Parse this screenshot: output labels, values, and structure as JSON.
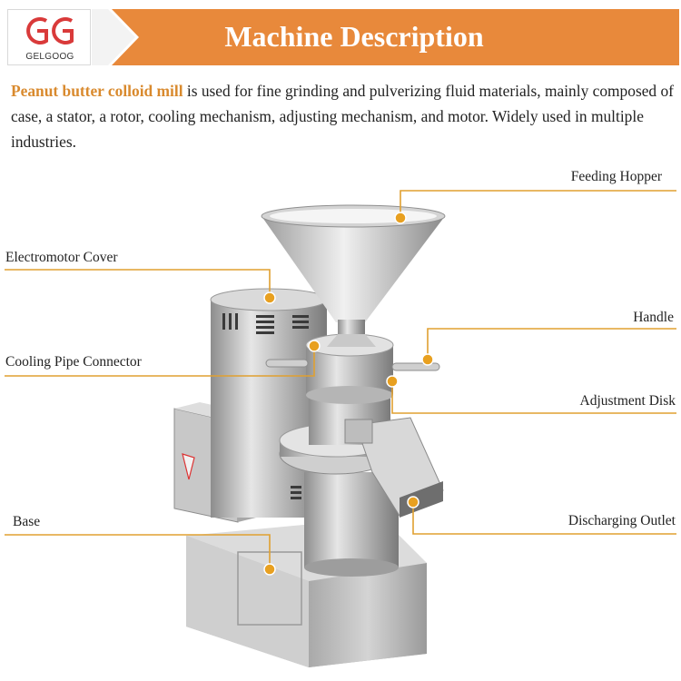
{
  "logo": {
    "brand": "GELGOOG",
    "monogram": "GG"
  },
  "header": {
    "title": "Machine Description"
  },
  "intro": {
    "highlight": "Peanut butter colloid mill",
    "text": " is used for fine grinding and pulverizing fluid materials, mainly composed of case, a stator, a rotor, cooling mechanism, adjusting mechanism, and motor. Widely used in multiple industries."
  },
  "labels": {
    "feeding_hopper": "Feeding Hopper",
    "electromotor_cover": "Electromotor Cover",
    "handle": "Handle",
    "cooling_pipe_connector": "Cooling Pipe Connector",
    "adjustment_disk": "Adjustment Disk",
    "base": "Base",
    "discharging_outlet": "Discharging Outlet"
  },
  "colors": {
    "accent": "#e8893b",
    "leader": "#e0a030",
    "logo_red": "#d93a3a"
  }
}
